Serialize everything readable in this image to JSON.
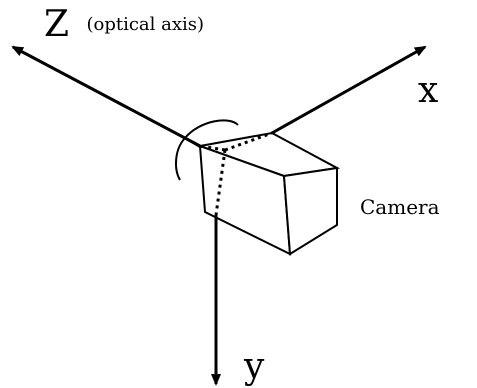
{
  "diagram": {
    "axes": {
      "z": {
        "letter": "Z",
        "note": "(optical axis)"
      },
      "x": {
        "letter": "x"
      },
      "y": {
        "letter": "y"
      }
    },
    "camera_label": "Camera",
    "line_color": "#000000",
    "background": "#ffffff"
  }
}
